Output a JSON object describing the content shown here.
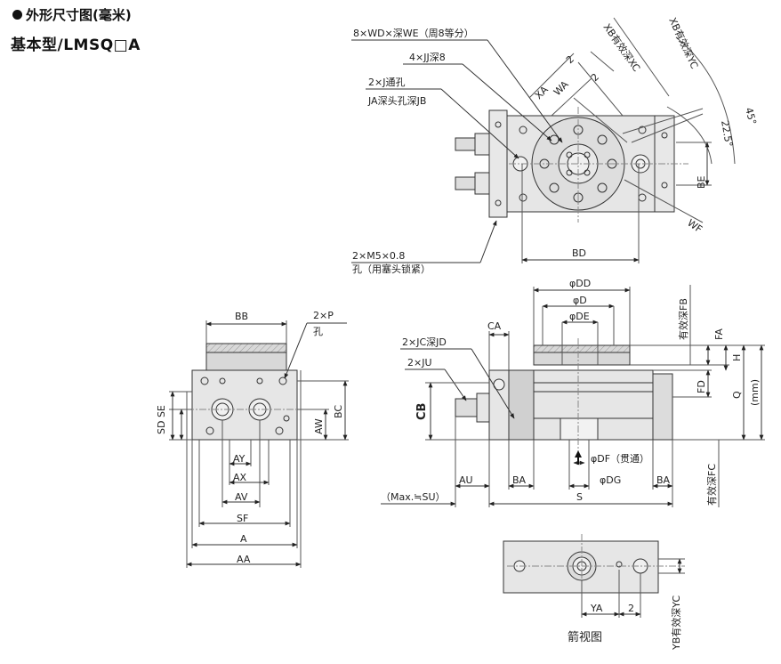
{
  "header": {
    "title": "外形尺寸图(毫米)",
    "subtitle": "基本型/LMSQ□A"
  },
  "top_view": {
    "labels": {
      "wd": "8×WD×深WE（周8等分）",
      "jj": "4×JJ深8",
      "j": "2×J通孔",
      "ja": "JA深头孔深JB",
      "xa": "XA",
      "wa": "WA",
      "two_a": "2",
      "two_b": "2",
      "xb_xc": "XB有效深XC",
      "xb_yc": "XB有效深YC",
      "ang45": "45°",
      "ang225": "22.5°",
      "be": "BE",
      "wf": "WF",
      "bd": "BD",
      "m5": "2×M5×0.8",
      "m5_note": "孔（用塞头锁紧）"
    }
  },
  "left_view": {
    "labels": {
      "bb": "BB",
      "p": "2×P",
      "p_hole": "孔",
      "sd_se": "SD SE",
      "aw": "AW",
      "bc": "BC",
      "ay": "AY",
      "ax": "AX",
      "av": "AV",
      "sf": "SF",
      "a": "A",
      "aa": "AA"
    }
  },
  "front_view": {
    "labels": {
      "dd": "φDD",
      "d": "φD",
      "de": "φDE",
      "fb": "有效深FB",
      "ca": "CA",
      "jc": "2×JC深JD",
      "ju": "2×JU",
      "fa": "FA",
      "h": "H",
      "fd": "FD",
      "q": "Q",
      "mm": "(mm)",
      "cb": "CB",
      "df": "φDF（贯通）",
      "dg": "φDG",
      "fc": "有效深FC",
      "au": "AU",
      "ba1": "BA",
      "ba2": "BA",
      "su": "（Max.≒SU）",
      "s": "S"
    }
  },
  "arrow_view": {
    "labels": {
      "ya": "YA",
      "two": "2",
      "yb": "YB有效深YC",
      "caption": "箭视图"
    }
  }
}
